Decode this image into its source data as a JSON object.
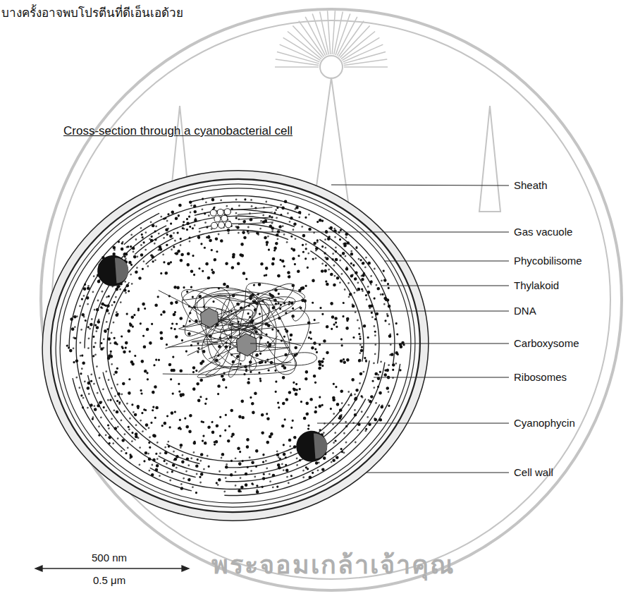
{
  "diagram": {
    "title": "Cross-section through a cyanobacterial cell",
    "labels": [
      "บางครั้งอาจพบโปรตีนที่ดีเอ็นเอด้วย",
      "Sheath",
      "Gas vacuole",
      "Phycobilisome",
      "Thylakoid",
      "DNA",
      "Carboxysome",
      "Ribosomes",
      "Cyanophycin",
      "Cell wall",
      "500 nm",
      "0.5 μm",
      "พระจอมเกล้าเจ้าคุณ"
    ]
  }
}
